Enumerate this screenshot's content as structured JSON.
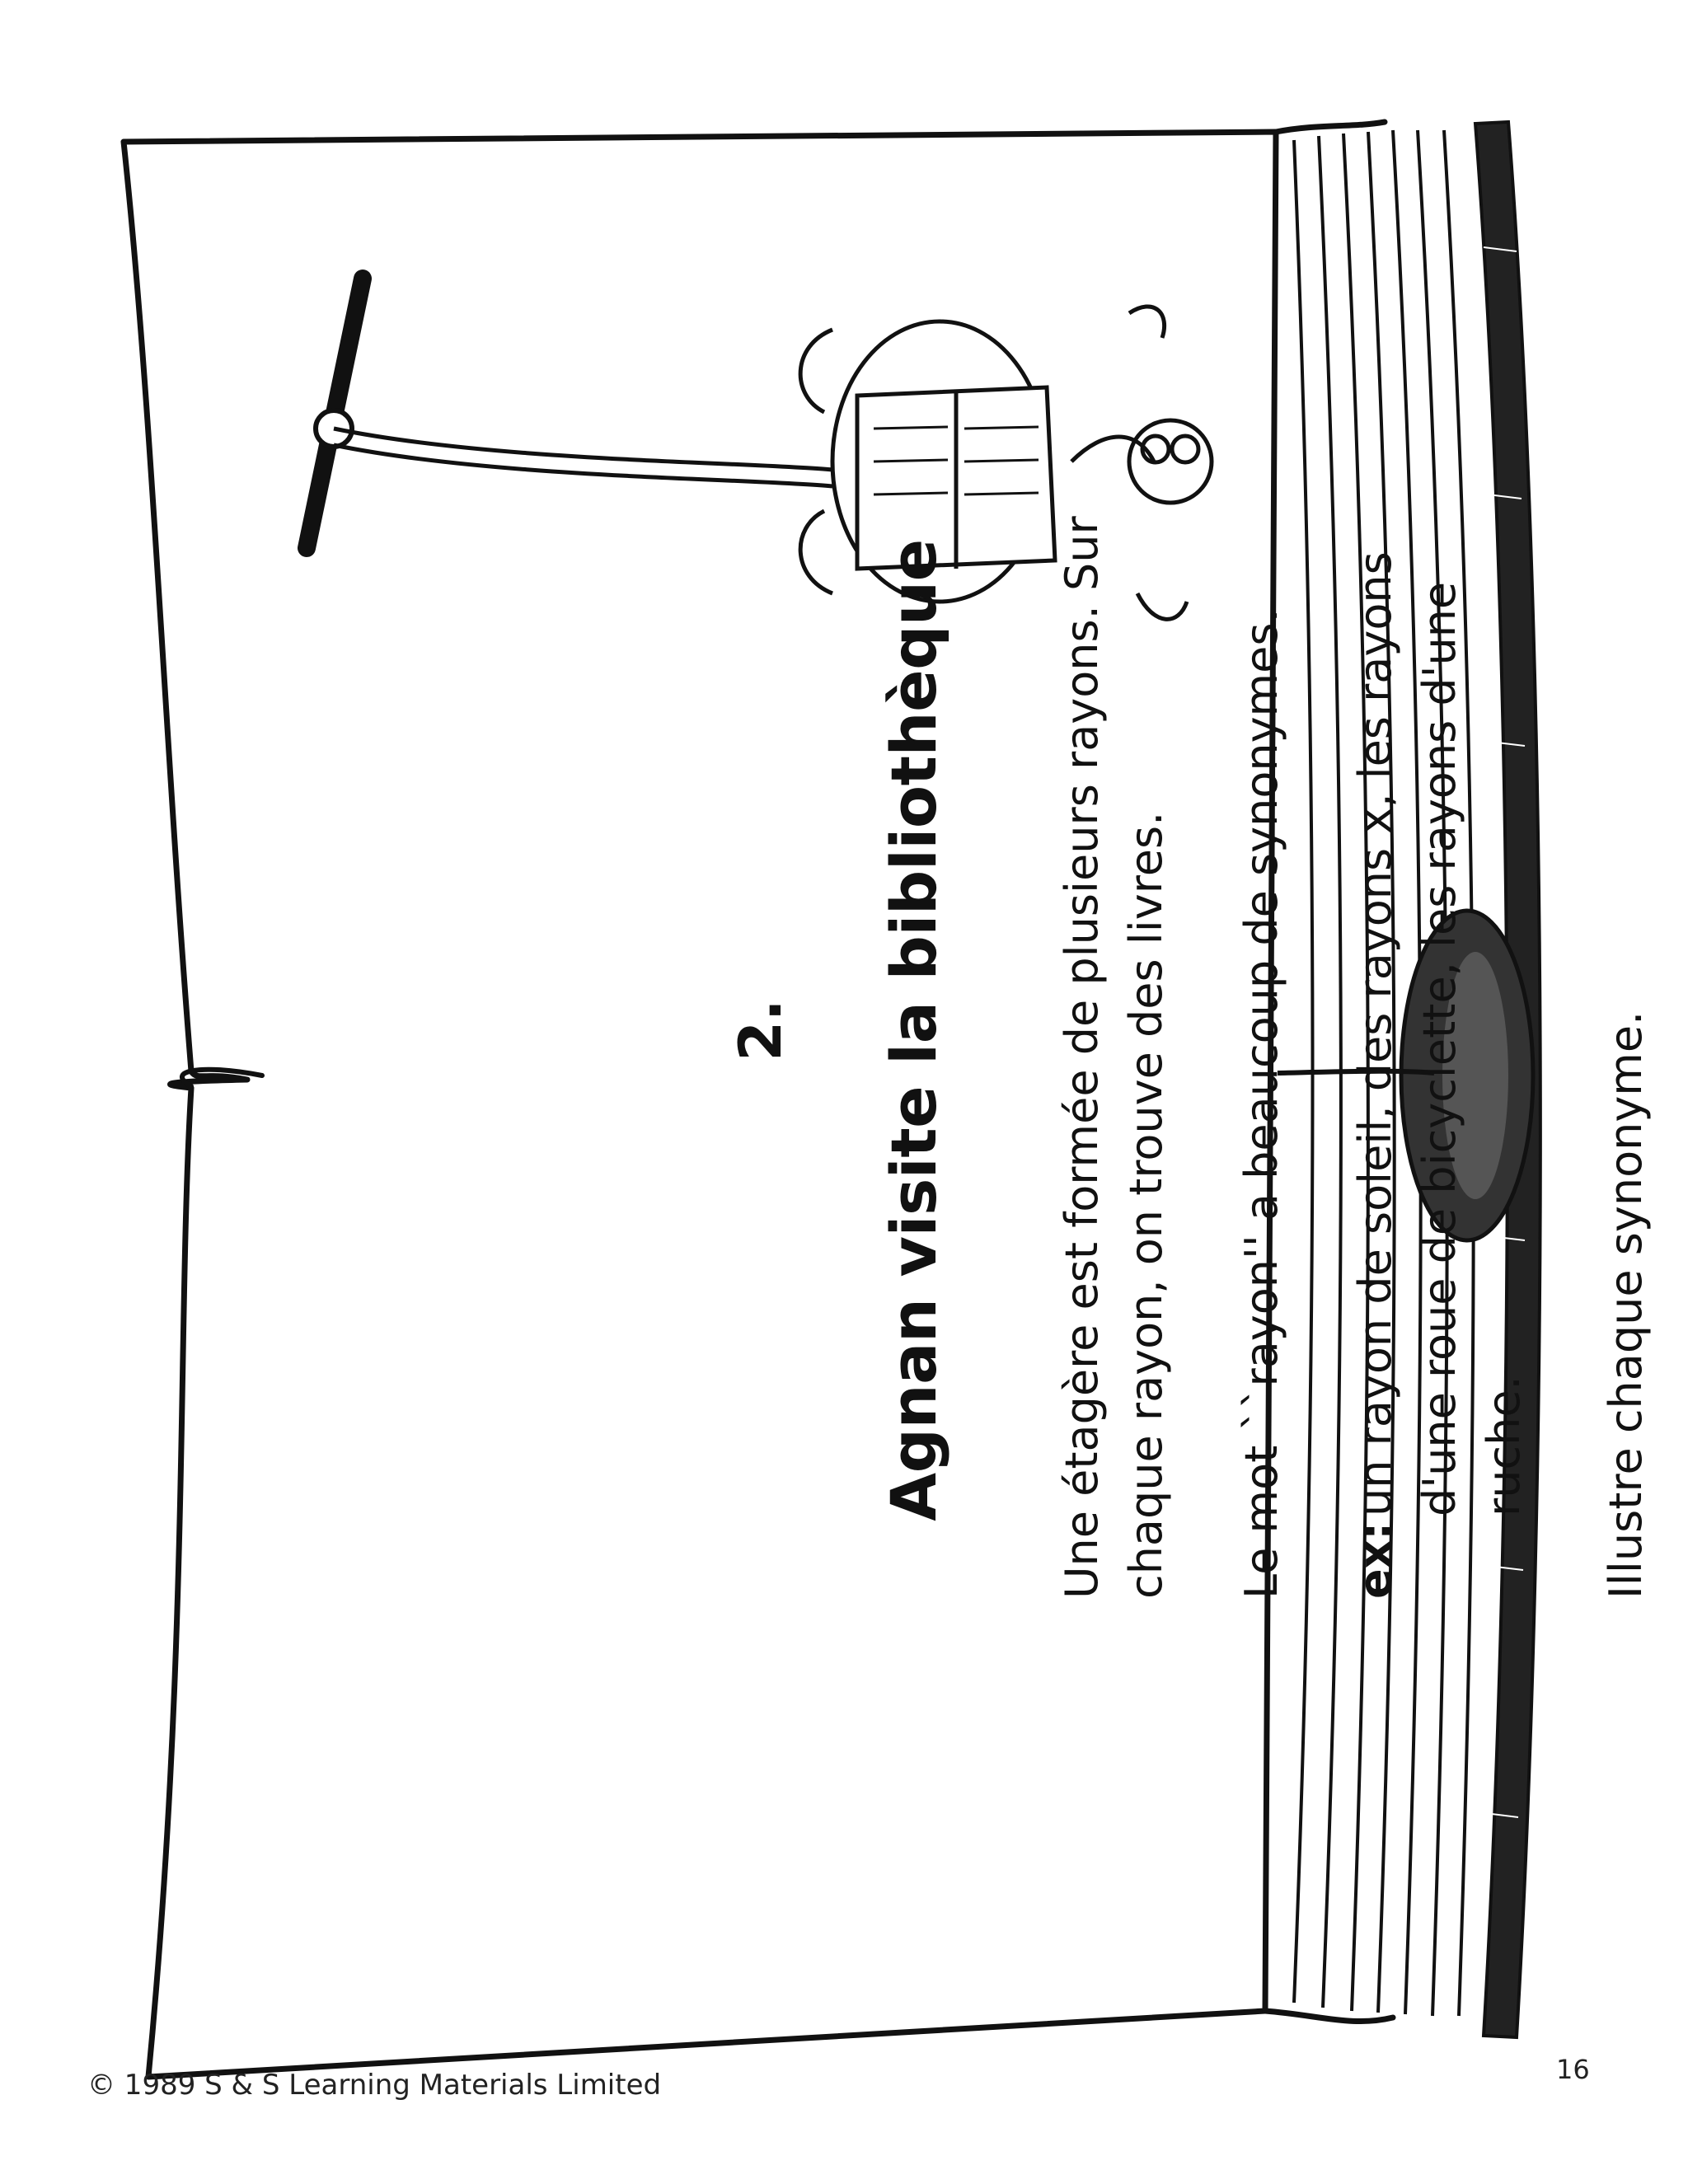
{
  "lesson": {
    "number": "2.",
    "title": "Agnan visite la bibliothèque",
    "paragraph1": "Une étagère est formée de plusieurs rayons. Sur chaque rayon, on trouve des livres.",
    "paragraph2": "Le mot ``rayon'' a beaucoup de synonymes.",
    "example_label": "ex:",
    "example_text": "un rayon de soleil, des rayons x, les rayons d'une roue de bicyclette, les rayons d'une ruche.",
    "instruction": "Illustre chaque synonyme."
  },
  "footer": {
    "copyright": "© 1989 S & S Learning Materials Limited",
    "page_number": "16"
  },
  "colors": {
    "ink": "#111111",
    "paper": "#ffffff"
  },
  "icons": [
    "open-book-illustration",
    "bookworm-character-icon",
    "hanging-rod-icon"
  ]
}
